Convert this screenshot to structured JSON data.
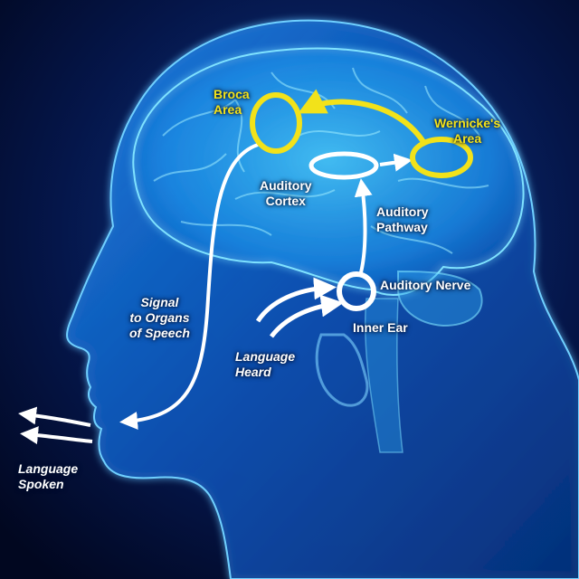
{
  "labels": {
    "broca": [
      "Broca",
      "Area"
    ],
    "wernicke": [
      "Wernicke's",
      "Area"
    ],
    "auditory_cortex": [
      "Auditory",
      "Cortex"
    ],
    "auditory_pathway": [
      "Auditory",
      "Pathway"
    ],
    "auditory_nerve": "Auditory Nerve",
    "inner_ear": "Inner Ear",
    "language_heard": [
      "Language",
      "Heard"
    ],
    "signal": [
      "Signal",
      "to Organs",
      "of Speech"
    ],
    "language_spoken": [
      "Language",
      "Spoken"
    ]
  },
  "colors": {
    "background": "#020b2a",
    "head_glow": "#1ea8ff",
    "brain": "#3ec8ff",
    "highlight_yellow": "#f2e21a",
    "arrow_white": "#ffffff"
  }
}
